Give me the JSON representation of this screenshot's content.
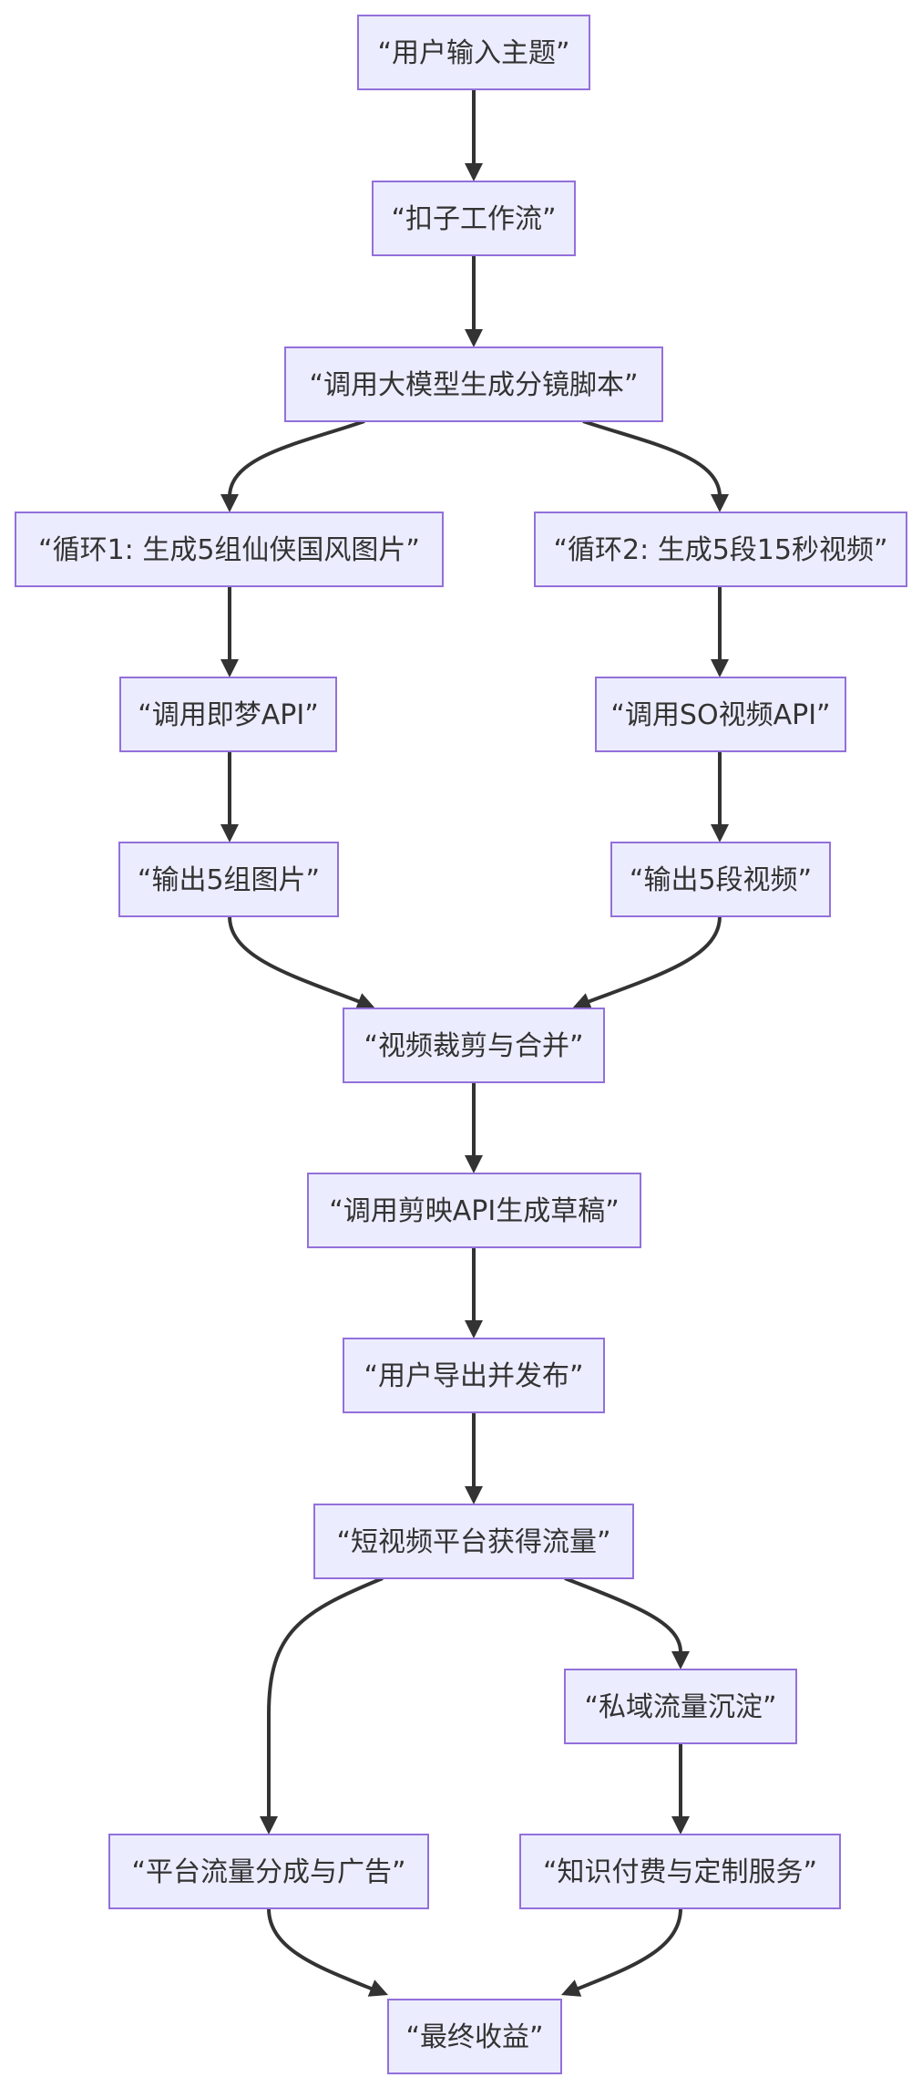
{
  "colors": {
    "node_fill": "#ececff",
    "node_stroke": "#9370db",
    "edge": "#333333",
    "text": "#333333"
  },
  "nodes": [
    {
      "id": "user-input-topic",
      "label": "“用户输入主题”"
    },
    {
      "id": "coze-workflow",
      "label": "“扣子工作流”"
    },
    {
      "id": "llm-storyboard",
      "label": "“调用大模型生成分镜脚本”"
    },
    {
      "id": "loop1-images",
      "label": "“循环1: 生成5组仙侠国风图片”"
    },
    {
      "id": "loop2-videos",
      "label": "“循环2: 生成5段15秒视频”"
    },
    {
      "id": "jimeng-api",
      "label": "“调用即梦API”"
    },
    {
      "id": "so-video-api",
      "label": "“调用SO视频API”"
    },
    {
      "id": "output-images",
      "label": "“输出5组图片”"
    },
    {
      "id": "output-videos",
      "label": "“输出5段视频”"
    },
    {
      "id": "video-cut-merge",
      "label": "“视频裁剪与合并”"
    },
    {
      "id": "jianying-draft",
      "label": "“调用剪映API生成草稿”"
    },
    {
      "id": "user-export-publish",
      "label": "“用户导出并发布”"
    },
    {
      "id": "platform-traffic",
      "label": "“短视频平台获得流量”"
    },
    {
      "id": "private-traffic",
      "label": "“私域流量沉淀”"
    },
    {
      "id": "revenue-share-ads",
      "label": "“平台流量分成与广告”"
    },
    {
      "id": "paid-knowledge",
      "label": "“知识付费与定制服务”"
    },
    {
      "id": "final-revenue",
      "label": "“最终收益”"
    }
  ],
  "edges": [
    {
      "from": "user-input-topic",
      "to": "coze-workflow"
    },
    {
      "from": "coze-workflow",
      "to": "llm-storyboard"
    },
    {
      "from": "llm-storyboard",
      "to": "loop1-images"
    },
    {
      "from": "llm-storyboard",
      "to": "loop2-videos"
    },
    {
      "from": "loop1-images",
      "to": "jimeng-api"
    },
    {
      "from": "loop2-videos",
      "to": "so-video-api"
    },
    {
      "from": "jimeng-api",
      "to": "output-images"
    },
    {
      "from": "so-video-api",
      "to": "output-videos"
    },
    {
      "from": "output-images",
      "to": "video-cut-merge"
    },
    {
      "from": "output-videos",
      "to": "video-cut-merge"
    },
    {
      "from": "video-cut-merge",
      "to": "jianying-draft"
    },
    {
      "from": "jianying-draft",
      "to": "user-export-publish"
    },
    {
      "from": "user-export-publish",
      "to": "platform-traffic"
    },
    {
      "from": "platform-traffic",
      "to": "revenue-share-ads"
    },
    {
      "from": "platform-traffic",
      "to": "private-traffic"
    },
    {
      "from": "private-traffic",
      "to": "paid-knowledge"
    },
    {
      "from": "revenue-share-ads",
      "to": "final-revenue"
    },
    {
      "from": "paid-knowledge",
      "to": "final-revenue"
    }
  ]
}
